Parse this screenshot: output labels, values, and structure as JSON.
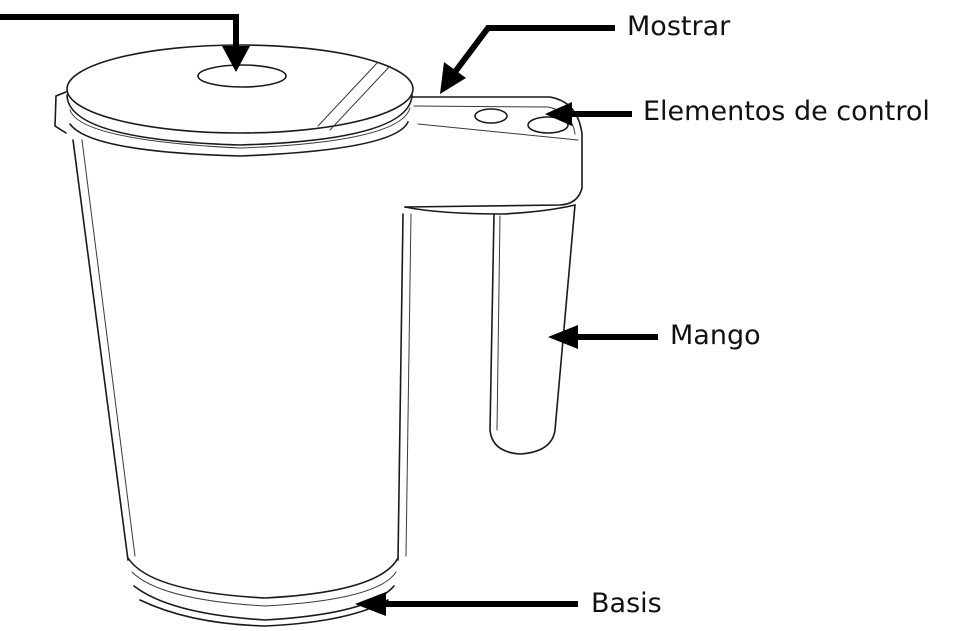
{
  "diagram": {
    "labels": {
      "display": "Mostrar",
      "controls": "Elementos de control",
      "handle": "Mango",
      "base": "Basis"
    },
    "colors": {
      "line": "#1a1a1a",
      "arrow": "#000000",
      "text": "#111111",
      "background": "#ffffff"
    }
  }
}
